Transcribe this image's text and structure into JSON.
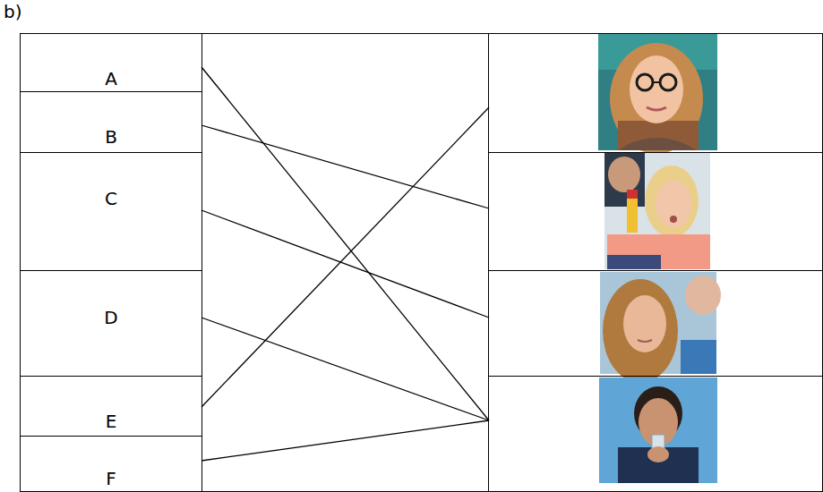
{
  "diagram": {
    "nodes": [
      {
        "text": [
          "A"
        ]
      },
      {
        "text": [
          "B"
        ]
      },
      {
        "text": [
          "C"
        ]
      },
      {
        "text": [
          "D"
        ]
      },
      {
        "text": [
          "E"
        ]
      },
      {
        "text": [
          "F"
        ]
      },
      {
        "text": []
      },
      {
        "text": []
      },
      {
        "text": []
      },
      {
        "text": []
      }
    ],
    "edges": [
      {
        "from": 0,
        "to": 9,
        "arrow": "none"
      },
      {
        "from": 1,
        "to": 7,
        "arrow": "none"
      },
      {
        "from": 2,
        "to": 8,
        "arrow": "none"
      },
      {
        "from": 3,
        "to": 9,
        "arrow": "none"
      },
      {
        "from": 4,
        "to": 6,
        "arrow": "none"
      },
      {
        "from": 5,
        "to": 9,
        "arrow": "none"
      }
    ],
    "labels": [
      "b)"
    ]
  }
}
